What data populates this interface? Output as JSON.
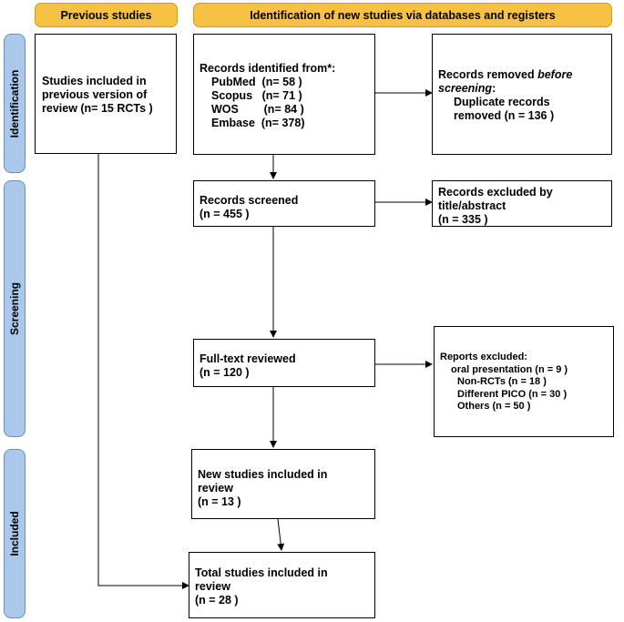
{
  "headers": {
    "previous": "Previous studies",
    "new": "Identification of new studies via databases and registers"
  },
  "stages": {
    "identification": "Identification",
    "screening": "Screening",
    "included": "Included"
  },
  "boxes": {
    "previous": {
      "lines": [
        "Studies included in",
        "previous version of",
        "review (n= 15 RCTs )"
      ]
    },
    "records_identified": {
      "title": "Records identified from*:",
      "sources": [
        "PubMed  (n= 58 )",
        "Scopus   (n= 71 )",
        "WOS        (n= 84 )",
        "Embase  (n= 378)"
      ]
    },
    "records_removed": {
      "title_prefix": "Records removed ",
      "title_italic": "before screening",
      "title_suffix": ":",
      "line1": "Duplicate records",
      "line2": "removed  (n = 136 )"
    },
    "screened": {
      "lines": [
        "Records screened",
        "(n = 455 )"
      ]
    },
    "excluded_title": {
      "lines": [
        "Records excluded by",
        "title/abstract",
        "(n = 335 )"
      ]
    },
    "fulltext": {
      "lines": [
        "Full-text reviewed",
        "(n = 120 )"
      ]
    },
    "reports_excluded": {
      "title": "Reports excluded:",
      "items": [
        "oral presentation (n = 9 )",
        "Non-RCTs (n = 18 )",
        "Different PICO (n = 30 )",
        "Others  (n = 50 )"
      ]
    },
    "new_included": {
      "lines": [
        "New studies included in",
        "review",
        "(n = 13 )"
      ]
    },
    "total_included": {
      "lines": [
        "Total studies included in",
        "review",
        "(n = 28 )"
      ]
    }
  }
}
